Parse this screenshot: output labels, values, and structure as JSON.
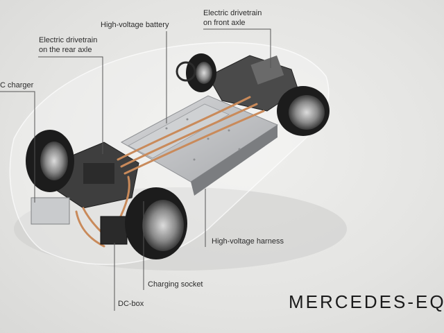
{
  "labels": {
    "high_voltage_battery": "High-voltage battery",
    "front_drivetrain_line1": "Electric drivetrain",
    "front_drivetrain_line2": "on front axle",
    "rear_drivetrain_line1": "Electric drivetrain",
    "rear_drivetrain_line2": "on the rear axle",
    "ac_charger": "C charger",
    "high_voltage_harness": "High-voltage harness",
    "charging_socket": "Charging socket",
    "dc_box": "DC-box"
  },
  "brand": "MERCEDES-EQ",
  "colors": {
    "background": "#e6e6e4",
    "cable": "#c98a5a",
    "battery": "#c6c8ca",
    "tire": "#1c1c1c",
    "label_line": "#555555"
  }
}
